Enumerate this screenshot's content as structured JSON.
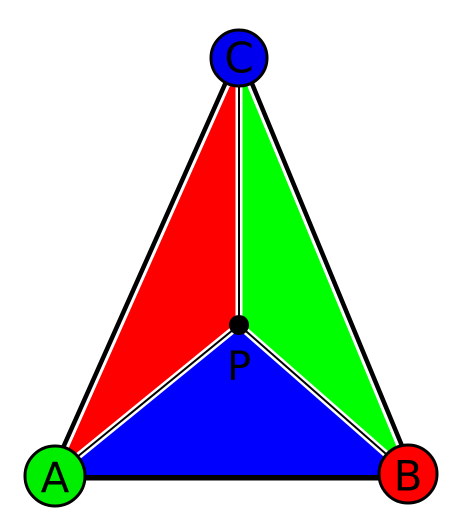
{
  "vertices": {
    "a": {
      "label": "A",
      "color": "#00ee00"
    },
    "b": {
      "label": "B",
      "color": "#ff0000"
    },
    "c": {
      "label": "C",
      "color": "#0000ee"
    }
  },
  "interior_point": {
    "label": "P",
    "color": "#000000"
  },
  "regions": {
    "apc": {
      "color": "#ff0000"
    },
    "bpc": {
      "color": "#00ff00"
    },
    "apb": {
      "color": "#0000ff"
    }
  },
  "outline_color": "#000000",
  "divider_color": "#ffffff"
}
